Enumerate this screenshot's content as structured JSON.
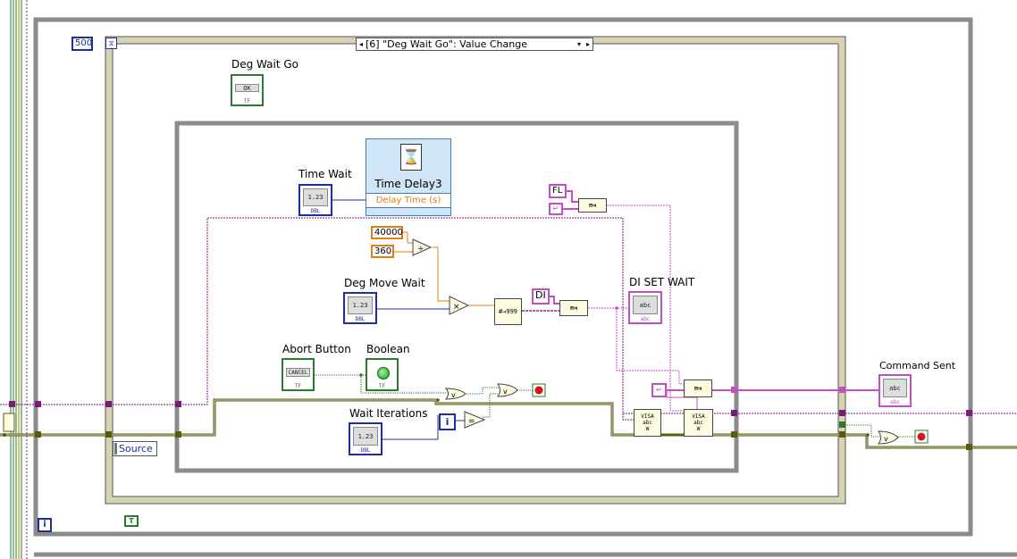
{
  "timeout_constant": "500",
  "event_case_selector": "[6] \"Deg Wait Go\": Value Change",
  "source_node": "Source",
  "iteration_terminals": {
    "outer": "i",
    "inner": "i",
    "continue": "T"
  },
  "controls": {
    "deg_wait_go": {
      "label": "Deg Wait Go",
      "button_text": "OK",
      "type": "TF"
    },
    "time_wait": {
      "label": "Time Wait",
      "value": "1.23"
    },
    "deg_move_wait": {
      "label": "Deg Move Wait",
      "value": "1.23"
    },
    "abort_button": {
      "label": "Abort Button",
      "button_text": "CANCEL",
      "type": "TF"
    },
    "boolean": {
      "label": "Boolean",
      "type": "TF"
    },
    "wait_iterations": {
      "label": "Wait Iterations",
      "value": "1.23"
    },
    "di_set_wait": {
      "label": "DI SET WAIT",
      "value": "abc"
    },
    "command_sent": {
      "label": "Command Sent",
      "value": "abc"
    }
  },
  "time_delay": {
    "title": "Time Delay3",
    "input_label": "Delay Time (s)"
  },
  "constants": {
    "c40000": "40000",
    "c360": "360",
    "fl": "FL",
    "di": "DI"
  },
  "colors": {
    "frame_gray": "#8c8c8c",
    "wire_blue": "#1f2f9a",
    "wire_orange": "#e07d10",
    "wire_pink": "#c44cc4",
    "wire_boolean": "#2d7a2d",
    "wire_cluster": "#5a5a10",
    "hatch": "#d6d3b3"
  }
}
